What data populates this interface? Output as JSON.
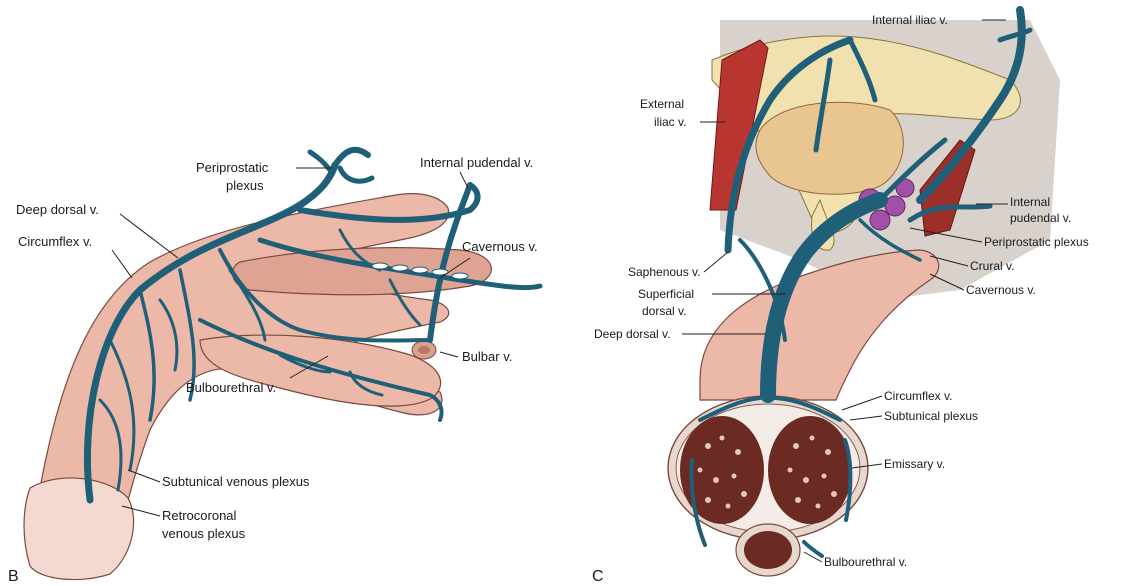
{
  "panel_b": {
    "letter": "B",
    "labels": {
      "periprostatic_1": "Periprostatic",
      "periprostatic_2": "plexus",
      "internal_pudendal": "Internal pudendal v.",
      "deep_dorsal": "Deep dorsal v.",
      "circumflex": "Circumflex v.",
      "cavernous": "Cavernous v.",
      "bulbar": "Bulbar v.",
      "bulbourethral": "Bulbourethral v.",
      "subtunical": "Subtunical venous plexus",
      "retrocoronal_1": "Retrocoronal",
      "retrocoronal_2": "venous plexus"
    }
  },
  "panel_c": {
    "letter": "C",
    "labels": {
      "internal_iliac": "Internal iliac v.",
      "external_iliac_1": "External",
      "external_iliac_2": "iliac v.",
      "internal_pudendal_1": "Internal",
      "internal_pudendal_2": "pudendal v.",
      "periprostatic": "Periprostatic plexus",
      "crural": "Crural v.",
      "cavernous": "Cavernous v.",
      "saphenous": "Saphenous v.",
      "superficial_dorsal_1": "Superficial",
      "superficial_dorsal_2": "dorsal v.",
      "deep_dorsal": "Deep dorsal v.",
      "circumflex": "Circumflex v.",
      "subtunical": "Subtunical plexus",
      "emissary": "Emissary v.",
      "bulbourethral": "Bulbourethral v."
    }
  },
  "colors": {
    "vein": "#1f5f78",
    "skin": "#ecb8a8",
    "bone": "#f1e1ae",
    "artery": "#b8362f"
  }
}
